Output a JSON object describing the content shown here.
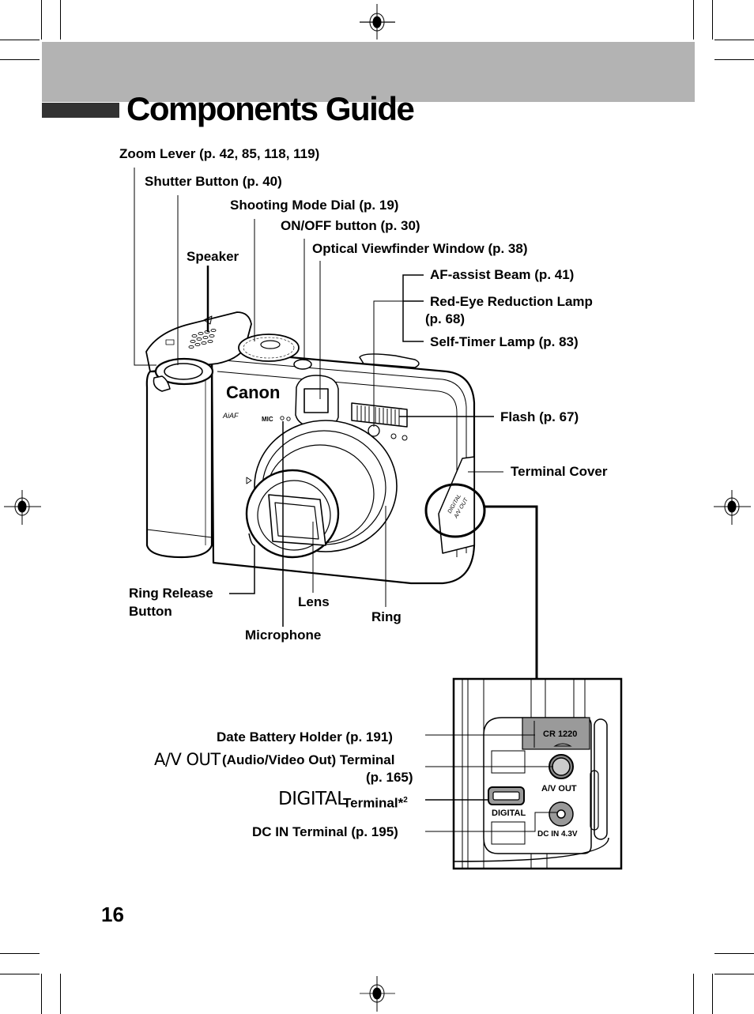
{
  "header": {
    "title": "Components Guide",
    "page_number": "16"
  },
  "callouts": {
    "zoom_lever": "Zoom Lever (p. 42, 85, 118, 119)",
    "shutter_button": "Shutter Button (p. 40)",
    "shooting_mode_dial": "Shooting Mode Dial (p. 19)",
    "on_off_button": "ON/OFF button (p. 30)",
    "speaker": "Speaker",
    "optical_viewfinder": "Optical Viewfinder Window (p. 38)",
    "af_assist_beam": "AF-assist Beam (p. 41)",
    "red_eye_lamp_line1": "Red-Eye Reduction Lamp",
    "red_eye_lamp_line2": "(p. 68)",
    "self_timer_lamp": "Self-Timer Lamp (p. 83)",
    "flash": "Flash (p. 67)",
    "terminal_cover": "Terminal Cover",
    "ring_release_line1": "Ring Release",
    "ring_release_line2": "Button",
    "lens": "Lens",
    "ring": "Ring",
    "microphone": "Microphone",
    "date_battery_holder": "Date Battery Holder (p. 191)",
    "av_out_icon": "A/V OUT",
    "av_out_terminal_line1": "(Audio/Video Out) Terminal",
    "av_out_terminal_line2": "(p. 165)",
    "digital_icon": "DIGITAL",
    "digital_terminal": "Terminal*",
    "digital_terminal_note": "2",
    "dc_in_terminal": "DC IN Terminal (p. 195)"
  },
  "camera_markings": {
    "brand": "Canon",
    "aiaf": "AiAF",
    "mic": "MIC",
    "cover_text_1": "DIGITAL",
    "cover_text_2": "A/V OUT",
    "battery": "CR 1220",
    "av_out": "A/V OUT",
    "digital": "DIGITAL",
    "dc_in": "DC IN  4.3V"
  },
  "colors": {
    "header_band": "#b3b3b3",
    "title_block": "#333333",
    "battery_cover": "#9a9a9a"
  }
}
